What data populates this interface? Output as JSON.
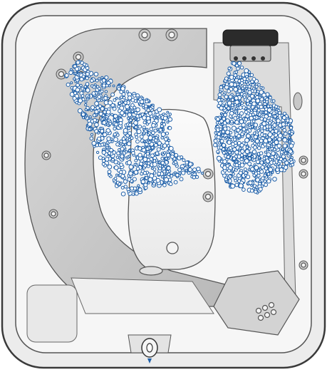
{
  "scene": {
    "subject": "spa-tub-top-view",
    "colors": {
      "outline": "#3a3a3a",
      "shell": "#e6e6e6",
      "shell_light": "#f7f7f7",
      "seat": "#c9c9c9",
      "seat_dark": "#b3b3b3",
      "bubble_fill": "#ffffff",
      "bubble_stroke": "#1e5fa8",
      "waterfall_dark": "#2b2b2b"
    },
    "spray_zones": [
      {
        "name": "spray-zone-left-jets",
        "density": 900
      },
      {
        "name": "spray-zone-right-waterfall",
        "density": 1000
      }
    ],
    "icons": {
      "drain": "drain-icon",
      "control": "control-valve-icon",
      "waterfall": "waterfall-fixture-icon"
    }
  }
}
